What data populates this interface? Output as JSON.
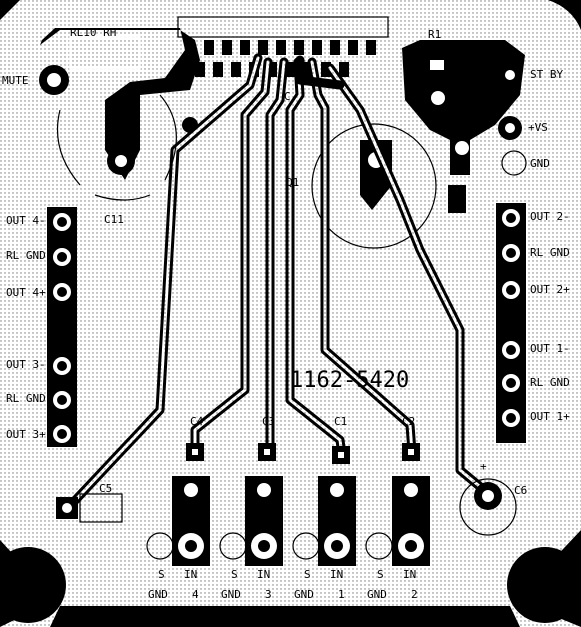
{
  "board": {
    "part_number": "1162-5420",
    "labels": {
      "q1": "Q1",
      "r1": "R1",
      "c11": "C11",
      "c5": "C5",
      "c6": "C6",
      "c1": "C1",
      "c2": "C2",
      "c3": "C3",
      "c4": "C4",
      "rl_top": "RL10 RH",
      "c_small": "C",
      "plus": "+"
    },
    "left_header": [
      "OUT 4-",
      "RL GND",
      "OUT 4+",
      "OUT 3-",
      "RL GND",
      "OUT 3+"
    ],
    "right_header": [
      "OUT 2-",
      "RL GND",
      "OUT 2+",
      "OUT 1-",
      "RL GND",
      "OUT 1+"
    ],
    "right_top_pins": [
      "ST BY",
      "+VS",
      "GND"
    ],
    "left_top_pin": "MUTE",
    "input_groups": [
      {
        "s": "S",
        "in": "IN",
        "gnd": "GND",
        "num": "4"
      },
      {
        "s": "S",
        "in": "IN",
        "gnd": "GND",
        "num": "3"
      },
      {
        "s": "S",
        "in": "IN",
        "gnd": "GND",
        "num": "1"
      },
      {
        "s": "S",
        "in": "IN",
        "gnd": "GND",
        "num": "2"
      }
    ]
  }
}
